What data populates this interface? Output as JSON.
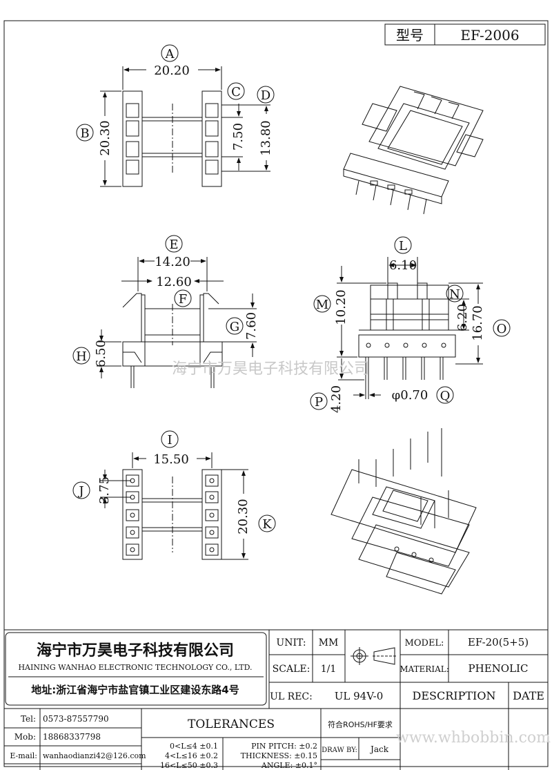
{
  "model_box": {
    "label": "型号",
    "value": "EF-2006"
  },
  "top_view": {
    "A": {
      "letter": "A",
      "value": "20.20"
    },
    "B": {
      "letter": "B",
      "value": "20.30"
    },
    "C": {
      "letter": "C",
      "value": "7.50"
    },
    "D": {
      "letter": "D",
      "value": "13.80"
    }
  },
  "front_view": {
    "E": {
      "letter": "E",
      "value": "14.20"
    },
    "F": {
      "letter": "F",
      "value": "12.60"
    },
    "G": {
      "letter": "G",
      "value": "7.60"
    },
    "H": {
      "letter": "H",
      "value": "6.50"
    }
  },
  "side_view": {
    "L": {
      "letter": "L",
      "value": "6.10"
    },
    "M": {
      "letter": "M",
      "value": "10.20"
    },
    "N": {
      "letter": "N",
      "value": "6.20"
    },
    "O": {
      "letter": "O",
      "value": "16.70"
    },
    "P": {
      "letter": "P",
      "value": "4.20"
    },
    "Q": {
      "letter": "Q",
      "value": "φ0.70"
    }
  },
  "bottom_view": {
    "I": {
      "letter": "I",
      "value": "15.50"
    },
    "J": {
      "letter": "J",
      "value": "3.75"
    },
    "K": {
      "letter": "K",
      "value": "20.30"
    }
  },
  "watermark": "海宁市万昊电子科技有限公司",
  "title_block": {
    "company_cn": "海宁市万昊电子科技有限公司",
    "company_en": "HAINING WANHAO ELECTRONIC TECHNOLOGY CO., LTD.",
    "address": "地址:浙江省海宁市盐官镇工业区建设东路4号",
    "unit_label": "UNIT:",
    "unit_value": "MM",
    "scale_label": "SCALE:",
    "scale_value": "1/1",
    "ulrec_label": "UL REC:",
    "ulrec_value": "UL 94V-0",
    "model_label": "MODEL:",
    "model_value": "EF-20(5+5)",
    "material_label": "MATERIAL:",
    "material_value": "PHENOLIC",
    "description": "DESCRIPTION",
    "date": "DATE",
    "tel_label": "Tel:",
    "tel_value": "0573-87557790",
    "mob_label": "Mob:",
    "mob_value": "18868337798",
    "email_label": "E-mail:",
    "email_value": "wanhaodianzi42@126.com",
    "tolerances": "TOLERANCES",
    "tol_line1": "0<L≤4 ±0.1",
    "tol_line2": "4<L≤16 ±0.2",
    "tol_line3": "16<L≤50 ±0.3",
    "pin_pitch": "PIN PITCH: ±0.2",
    "thickness": "THICKNESS: ±0.15",
    "angle": "ANGLE: ±0.1°",
    "rohs": "符合ROHS/HF要求",
    "drawn_label": "DRAW BY:",
    "drawn_value": "Jack",
    "site": "www.whbobbin.com"
  }
}
